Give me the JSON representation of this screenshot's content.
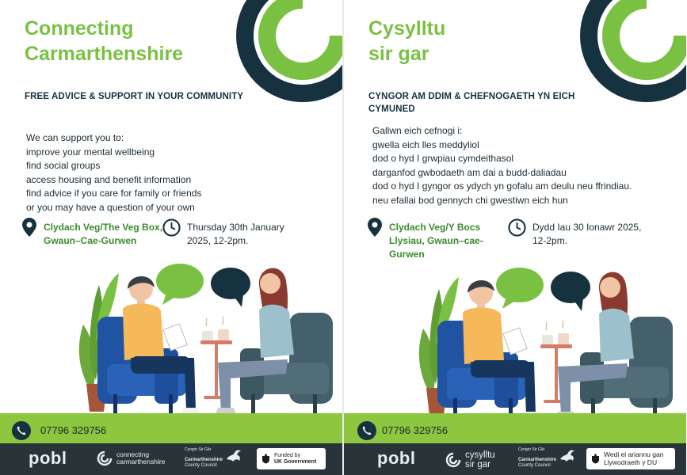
{
  "colors": {
    "brand_green": "#7ac143",
    "band_green": "#8dc63f",
    "navy": "#16323f",
    "footer": "#293438"
  },
  "left": {
    "title_line1": "Connecting",
    "title_line2": "Carmarthenshire",
    "subtitle_line1": "FREE ADVICE & SUPPORT IN YOUR COMMUNITY",
    "subtitle_line2": "",
    "body": [
      "We can support you to:",
      "improve your mental wellbeing",
      "find social groups",
      "access housing and benefit information",
      "find advice if you care for family or friends",
      "or you may have a question of your own"
    ],
    "location": [
      "Clydach Veg/The Veg Box,",
      "Gwaun–Cae-Gurwen"
    ],
    "datetime": [
      "Thursday 30th January",
      "2025, 12-2pm."
    ],
    "phone": "07796 329756",
    "footer": {
      "pobl": "pobl",
      "cc_line1": "connecting",
      "cc_line2": "carmarthenshire",
      "council_line1": "Cyngor Sir Gâr",
      "council_line2": "Carmarthenshire",
      "council_line3": "County Council",
      "funded_line1": "Funded by",
      "funded_line2": "UK Government"
    }
  },
  "right": {
    "title_line1": "Cysylltu",
    "title_line2": "sir gar",
    "subtitle_line1": "CYNGOR AM DDIM & CHEFNOGAETH YN EICH",
    "subtitle_line2": "CYMUNED",
    "body": [
      "Gallwn eich cefnogi i:",
      "gwella eich lles meddyliol",
      "dod o hyd I grwpiau cymdeithasol",
      "darganfod gwbodaeth am dai a budd-daliadau",
      "dod o hyd I gyngor os ydych yn gofalu am deulu neu ffrindiau.",
      "neu efallai bod gennych chi gwestiwn eich hun"
    ],
    "location": [
      "Clydach Veg/Y Bocs",
      "Llysiau, Gwaun–cae-",
      "Gurwen"
    ],
    "datetime": [
      "Dydd Iau 30 Ionawr 2025,",
      "12-2pm."
    ],
    "phone": "07796 329756",
    "footer": {
      "pobl": "pobl",
      "cc_line1": "cysylltu",
      "cc_line2": "sir gar",
      "council_line1": "Cyngor Sir Gâr",
      "council_line2": "Carmarthenshire",
      "council_line3": "County Council",
      "funded_line1": "Wedi ei ariannu gan",
      "funded_line2": "Llywodraeth y DU"
    }
  },
  "icons": {
    "brand_rings": "brand-rings-icon",
    "location": "map-pin-icon",
    "time": "clock-icon",
    "phone": "phone-icon",
    "crest": "royal-crest-icon",
    "dragon": "dragon-icon"
  }
}
